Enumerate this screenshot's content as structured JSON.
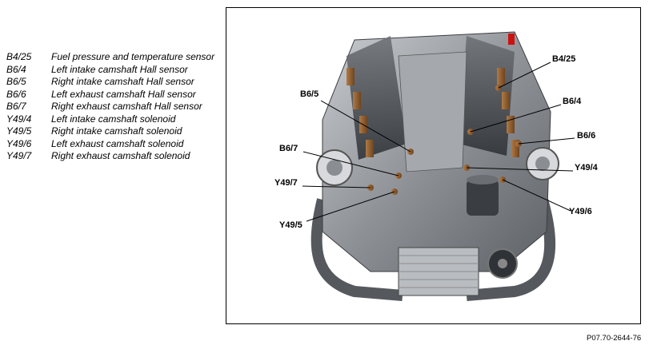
{
  "legend": [
    {
      "code": "B4/25",
      "description": "Fuel pressure and temperature sensor"
    },
    {
      "code": "B6/4",
      "description": "Left intake camshaft Hall sensor"
    },
    {
      "code": "B6/5",
      "description": "Right intake camshaft Hall sensor"
    },
    {
      "code": "B6/6",
      "description": "Left exhaust camshaft Hall sensor"
    },
    {
      "code": "B6/7",
      "description": "Right exhaust camshaft Hall sensor"
    },
    {
      "code": "Y49/4",
      "description": "Left intake camshaft solenoid"
    },
    {
      "code": "Y49/5",
      "description": "Right intake camshaft solenoid"
    },
    {
      "code": "Y49/6",
      "description": "Left exhaust camshaft solenoid"
    },
    {
      "code": "Y49/7",
      "description": "Right exhaust camshaft solenoid"
    }
  ],
  "callouts": {
    "b4_25": "B4/25",
    "b6_5": "B6/5",
    "b6_4": "B6/4",
    "b6_6": "B6/6",
    "b6_7": "B6/7",
    "y49_4": "Y49/4",
    "y49_7": "Y49/7",
    "y49_6": "Y49/6",
    "y49_5": "Y49/5"
  },
  "figure_id": "P07.70-2644-76",
  "colors": {
    "engine_metal": "#9a9ea3",
    "engine_dark": "#3c3f44",
    "sensor_copper": "#8a5a2b",
    "accent_red": "#cc1111"
  }
}
